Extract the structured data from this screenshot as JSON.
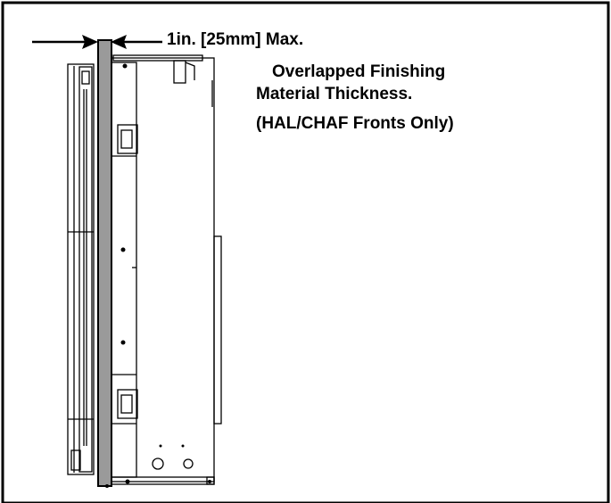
{
  "callout": {
    "dimension": "1in. [25mm] Max.",
    "line2": "Overlapped Finishing",
    "line3": "Material Thickness.",
    "line4": "(HAL/CHAF Fronts Only)"
  },
  "colors": {
    "stroke": "#000000",
    "finishing_material": "#9a9a9a",
    "background": "#ffffff"
  }
}
